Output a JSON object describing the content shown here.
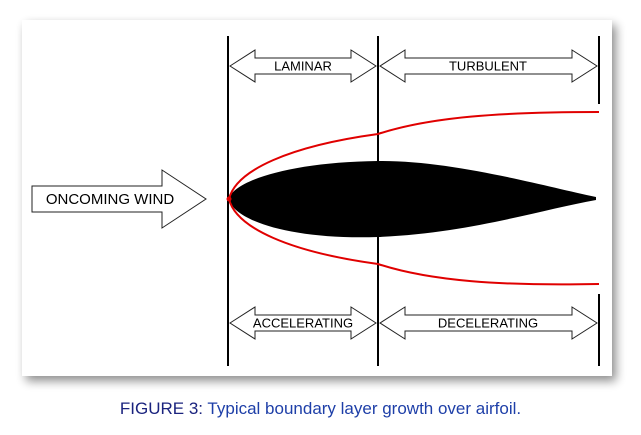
{
  "diagram": {
    "regions_top": {
      "laminar": "LAMINAR",
      "turbulent": "TURBULENT"
    },
    "regions_bottom": {
      "accelerating": "ACCELERATING",
      "decelerating": "DECELERATING"
    },
    "wind_label": "ONCOMING WIND"
  },
  "caption": {
    "prefix": "FIGURE 3:",
    "text": " Typical boundary layer growth over airfoil."
  },
  "colors": {
    "caption_prefix": "#1a237e",
    "caption_text": "#1e3fa8",
    "boundary_layer": "#e00000",
    "airfoil": "#000000"
  }
}
